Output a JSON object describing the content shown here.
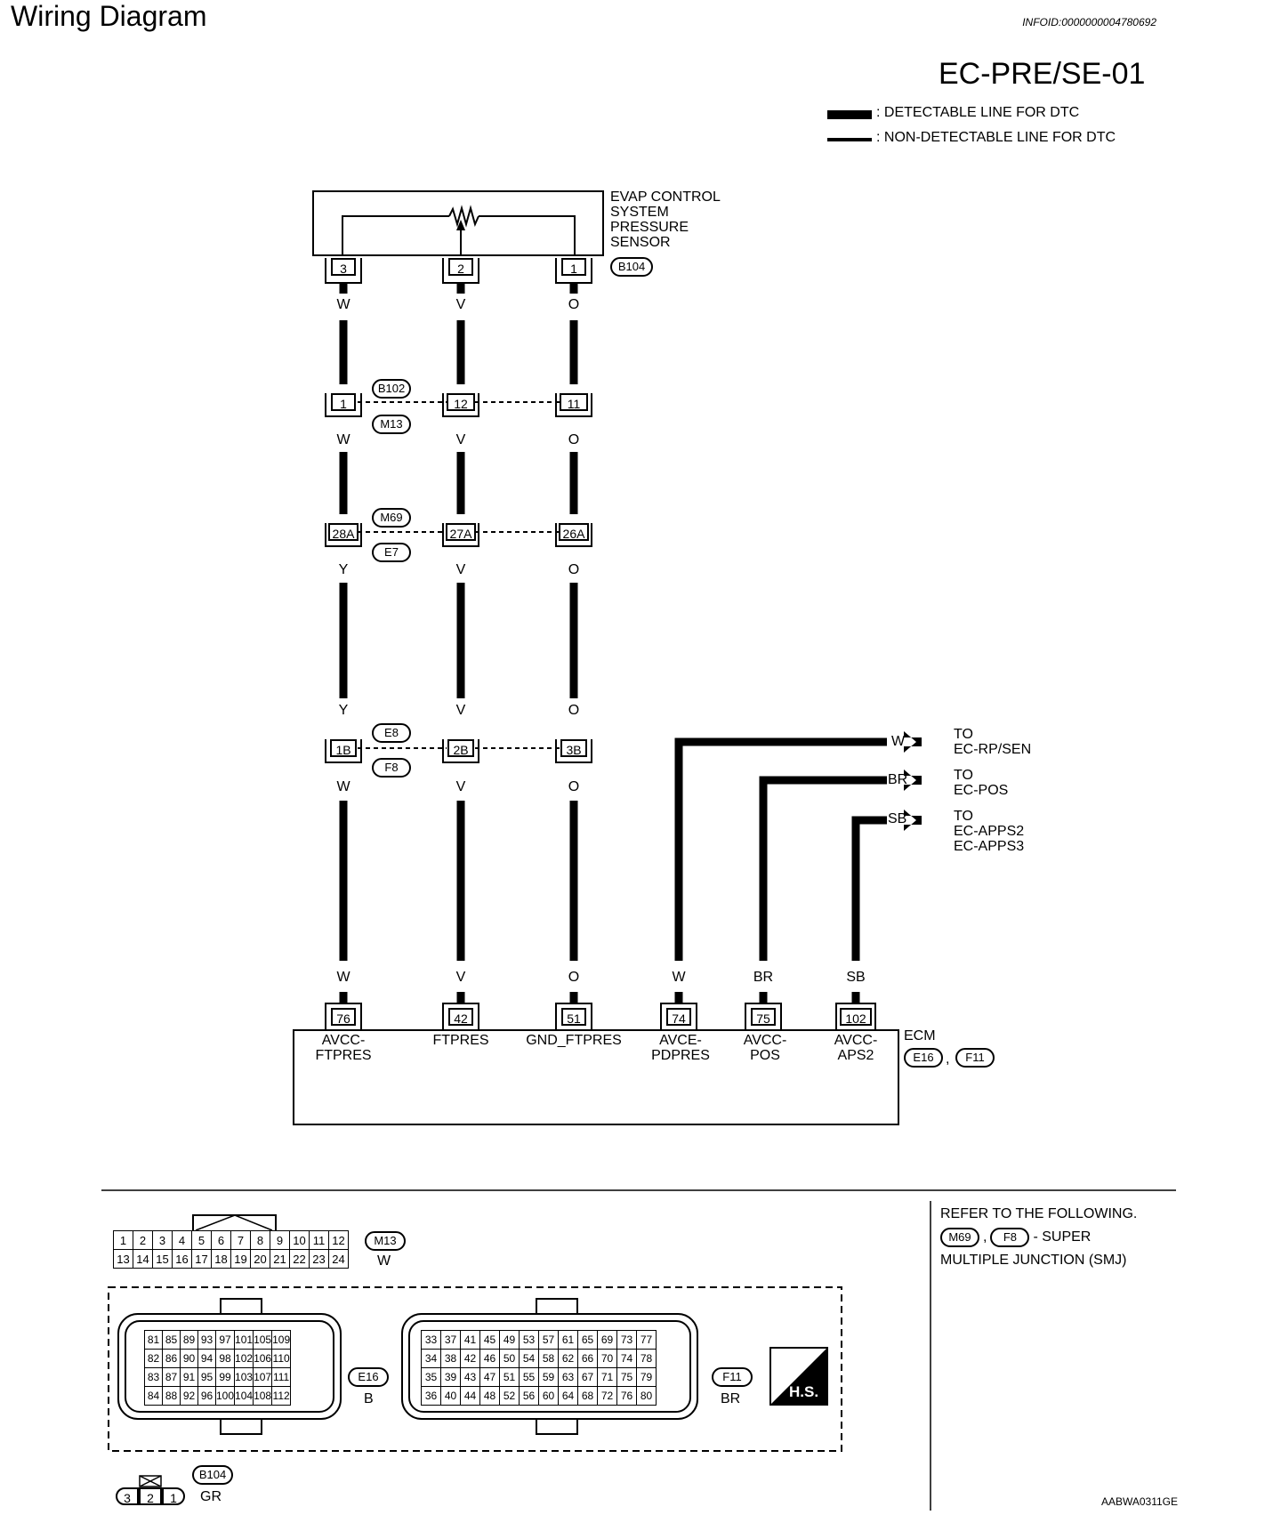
{
  "header": {
    "title": "Wiring Diagram",
    "info_id": "INFOID:0000000004780692",
    "page_id": "EC-PRE/SE-01"
  },
  "legend": {
    "detectable": ": DETECTABLE LINE FOR DTC",
    "non_detectable": ": NON-DETECTABLE LINE FOR DTC"
  },
  "sensor": {
    "name_lines": [
      "EVAP CONTROL",
      "SYSTEM",
      "PRESSURE",
      "SENSOR"
    ],
    "connector": "B104",
    "pins": [
      "3",
      "2",
      "1"
    ]
  },
  "wires": {
    "col1": [
      "W",
      "W",
      "Y",
      "Y",
      "W",
      "W"
    ],
    "col2": [
      "V",
      "V",
      "V",
      "V",
      "V",
      "V"
    ],
    "col3": [
      "O",
      "O",
      "O",
      "O",
      "O",
      "O"
    ]
  },
  "junctions": [
    {
      "pins": [
        "1",
        "12",
        "11"
      ],
      "top": "B102",
      "bottom": "M13"
    },
    {
      "pins": [
        "28A",
        "27A",
        "26A"
      ],
      "top": "M69",
      "bottom": "E7"
    },
    {
      "pins": [
        "1B",
        "2B",
        "3B"
      ],
      "top": "E8",
      "bottom": "F8"
    }
  ],
  "outputs": [
    {
      "color": "W",
      "to": "TO",
      "dest": [
        "EC-RP/SEN"
      ]
    },
    {
      "color": "BR",
      "to": "TO",
      "dest": [
        "EC-POS"
      ]
    },
    {
      "color": "SB",
      "to": "TO",
      "dest": [
        "EC-APPS2",
        "EC-APPS3"
      ]
    }
  ],
  "ecm": {
    "name": "ECM",
    "connectors": [
      "E16",
      "F11"
    ],
    "sep": ",",
    "pins": [
      {
        "pin": "76",
        "color": "W",
        "label": [
          "AVCC-",
          "FTPRES"
        ]
      },
      {
        "pin": "42",
        "color": "V",
        "label": [
          "FTPRES"
        ]
      },
      {
        "pin": "51",
        "color": "O",
        "label": [
          "GND_FTPRES"
        ]
      },
      {
        "pin": "74",
        "color": "W",
        "label": [
          "AVCE-",
          "PDPRES"
        ]
      },
      {
        "pin": "75",
        "color": "BR",
        "label": [
          "AVCC-",
          "POS"
        ]
      },
      {
        "pin": "102",
        "color": "SB",
        "label": [
          "AVCC-",
          "APS2"
        ]
      }
    ]
  },
  "connector_views": {
    "m13": {
      "id": "M13",
      "color": "W",
      "row1": [
        "1",
        "2",
        "3",
        "4",
        "5",
        "6",
        "7",
        "8",
        "9",
        "10",
        "11",
        "12"
      ],
      "row2": [
        "13",
        "14",
        "15",
        "16",
        "17",
        "18",
        "19",
        "20",
        "21",
        "22",
        "23",
        "24"
      ]
    },
    "e16": {
      "id": "E16",
      "color": "B",
      "rows": [
        [
          "81",
          "85",
          "89",
          "93",
          "97",
          "101",
          "105",
          "109"
        ],
        [
          "82",
          "86",
          "90",
          "94",
          "98",
          "102",
          "106",
          "110"
        ],
        [
          "83",
          "87",
          "91",
          "95",
          "99",
          "103",
          "107",
          "111"
        ],
        [
          "84",
          "88",
          "92",
          "96",
          "100",
          "104",
          "108",
          "112"
        ]
      ]
    },
    "f11": {
      "id": "F11",
      "color": "BR",
      "rows": [
        [
          "33",
          "37",
          "41",
          "45",
          "49",
          "53",
          "57",
          "61",
          "65",
          "69",
          "73",
          "77"
        ],
        [
          "34",
          "38",
          "42",
          "46",
          "50",
          "54",
          "58",
          "62",
          "66",
          "70",
          "74",
          "78"
        ],
        [
          "35",
          "39",
          "43",
          "47",
          "51",
          "55",
          "59",
          "63",
          "67",
          "71",
          "75",
          "79"
        ],
        [
          "36",
          "40",
          "44",
          "48",
          "52",
          "56",
          "60",
          "64",
          "68",
          "72",
          "76",
          "80"
        ]
      ]
    },
    "b104": {
      "id": "B104",
      "color": "GR",
      "pins": [
        "3",
        "2",
        "1"
      ]
    },
    "hs_label": "H.S."
  },
  "reference_note": {
    "line1": "REFER TO THE FOLLOWING.",
    "conn1": "M69",
    "conn2": "F8",
    "suffix": "- SUPER",
    "line3": "MULTIPLE JUNCTION (SMJ)"
  },
  "footer_id": "AABWA0311GE"
}
